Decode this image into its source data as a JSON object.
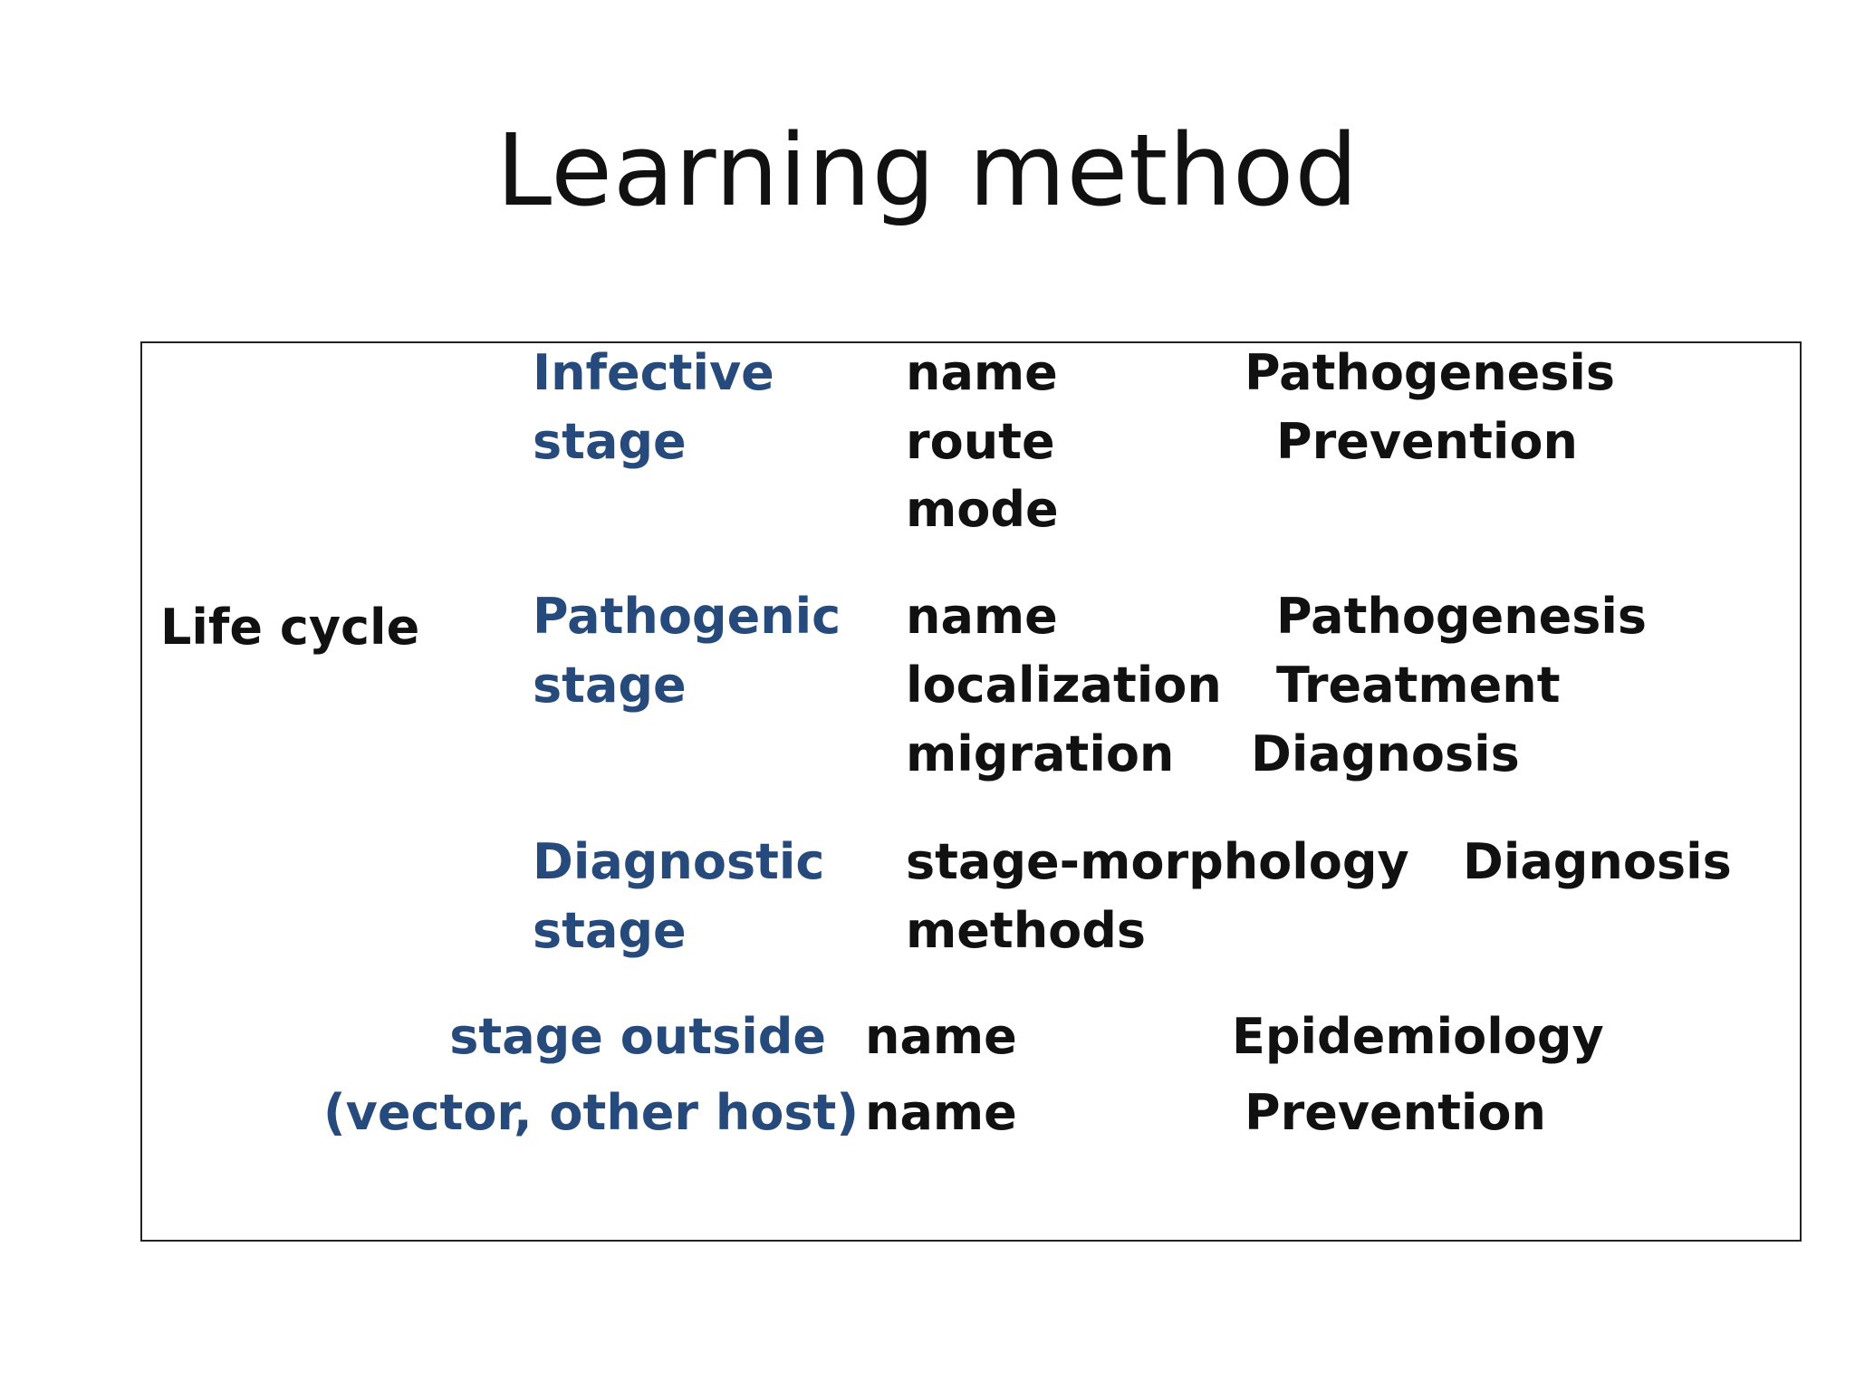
{
  "title": "Learning method",
  "accent_color": "#264a7c",
  "life_cycle_label": "Life cycle",
  "rows": {
    "infective": {
      "stage": [
        "Infective",
        "stage"
      ],
      "items": [
        "name",
        "route",
        "mode"
      ],
      "outcomes": [
        "Pathogenesis",
        "Prevention"
      ]
    },
    "pathogenic": {
      "stage": [
        "Pathogenic",
        "stage"
      ],
      "items": [
        "name",
        "localization",
        "migration"
      ],
      "outcomes": [
        "Pathogenesis",
        "Treatment",
        "Diagnosis"
      ]
    },
    "diagnostic": {
      "stage": [
        "Diagnostic",
        "stage"
      ],
      "items": [
        "stage-morphology",
        "methods"
      ],
      "outcomes": [
        "Diagnosis"
      ]
    },
    "outside": {
      "stage": [
        "stage outside",
        "(vector, other host)"
      ],
      "items": [
        "name",
        "name"
      ],
      "outcomes": [
        "Epidemiology",
        "Prevention"
      ]
    }
  }
}
